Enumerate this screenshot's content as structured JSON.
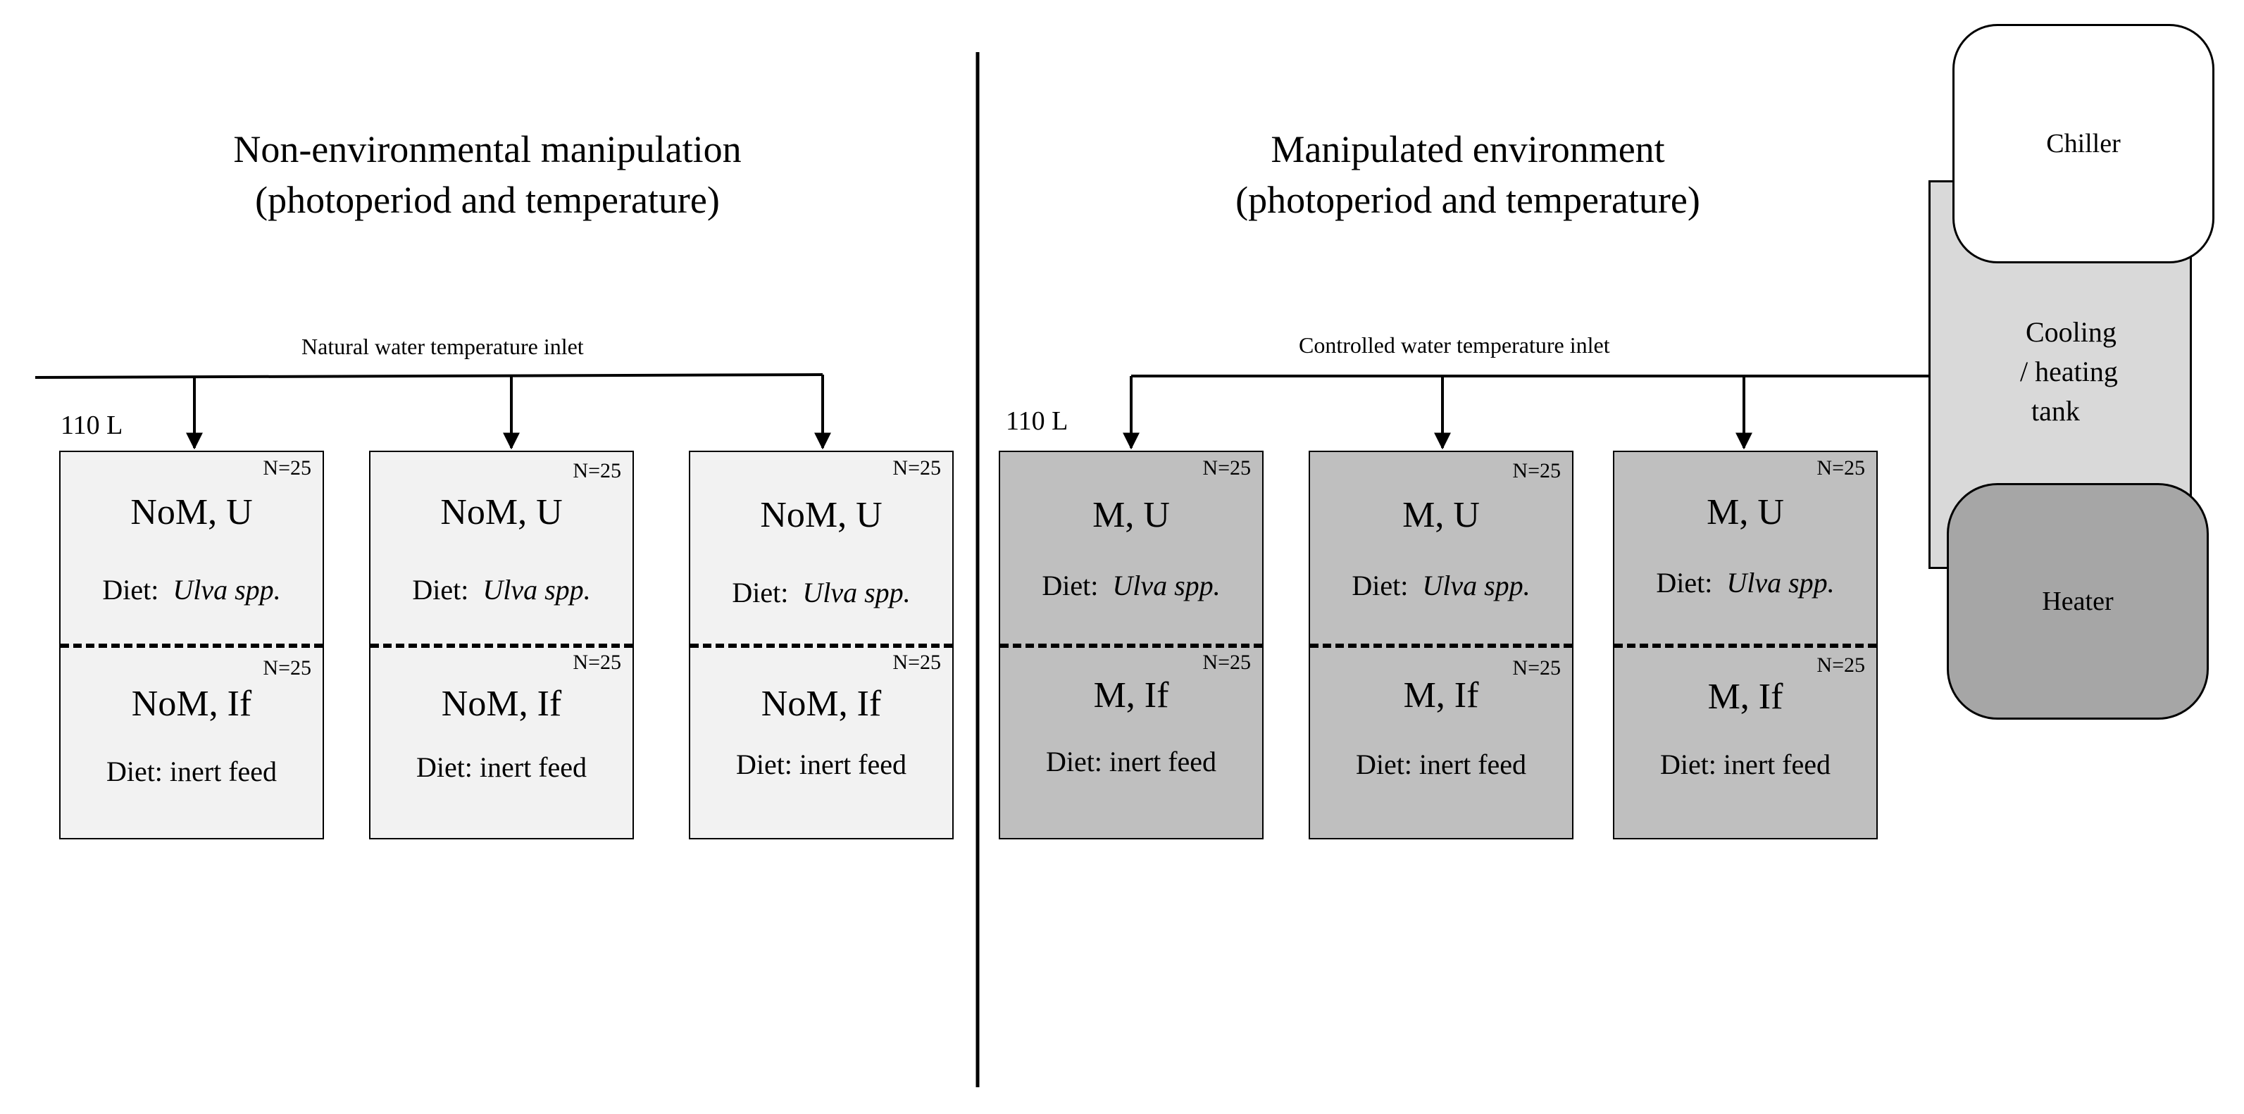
{
  "left": {
    "title_line1": "Non-environmental manipulation",
    "title_line2": "(photoperiod and temperature)",
    "inlet_label": "Natural  water temperature  inlet",
    "volume_label": "110 L",
    "tanks": [
      {
        "upper_n": "N=25",
        "upper_group": "NoM, U",
        "upper_diet_prefix": "Diet:",
        "upper_diet": "Ulva spp.",
        "lower_n": "N=25",
        "lower_group": "NoM, If",
        "lower_diet": "Diet:  inert feed"
      },
      {
        "upper_n": "N=25",
        "upper_group": "NoM, U",
        "upper_diet_prefix": "Diet:",
        "upper_diet": "Ulva spp.",
        "lower_n": "N=25",
        "lower_group": "NoM, If",
        "lower_diet": "Diet:  inert feed"
      },
      {
        "upper_n": "N=25",
        "upper_group": "NoM, U",
        "upper_diet_prefix": "Diet:",
        "upper_diet": "Ulva spp.",
        "lower_n": "N=25",
        "lower_group": "NoM, If",
        "lower_diet": "Diet:  inert feed"
      }
    ]
  },
  "right": {
    "title_line1": "Manipulated environment",
    "title_line2": "(photoperiod and temperature)",
    "inlet_label": "Controlled  water temperature  inlet",
    "volume_label": "110 L",
    "tanks": [
      {
        "upper_n": "N=25",
        "upper_group": "M, U",
        "upper_diet_prefix": "Diet:",
        "upper_diet": "Ulva spp.",
        "lower_n": "N=25",
        "lower_group": "M, If",
        "lower_diet": "Diet:  inert feed"
      },
      {
        "upper_n": "N=25",
        "upper_group": "M, U",
        "upper_diet_prefix": "Diet:",
        "upper_diet": "Ulva spp.",
        "lower_n": "N=25",
        "lower_group": "M, If",
        "lower_diet": "Diet:  inert feed"
      },
      {
        "upper_n": "N=25",
        "upper_group": "M, U",
        "upper_diet_prefix": "Diet:",
        "upper_diet": "Ulva spp.",
        "lower_n": "N=25",
        "lower_group": "M, If",
        "lower_diet": "Diet:  inert feed"
      }
    ]
  },
  "equipment": {
    "chiller": "Chiller",
    "cooling_line1": "Cooling",
    "cooling_line2": "/ heating",
    "cooling_line3": "tank",
    "heater": "Heater"
  },
  "colors": {
    "natural_tank_fill": "#f2f2f2",
    "controlled_tank_fill": "#bfbfbf",
    "cooling_tank_fill": "#d9d9d9",
    "heater_fill": "#a6a6a6",
    "chiller_fill": "#ffffff"
  }
}
